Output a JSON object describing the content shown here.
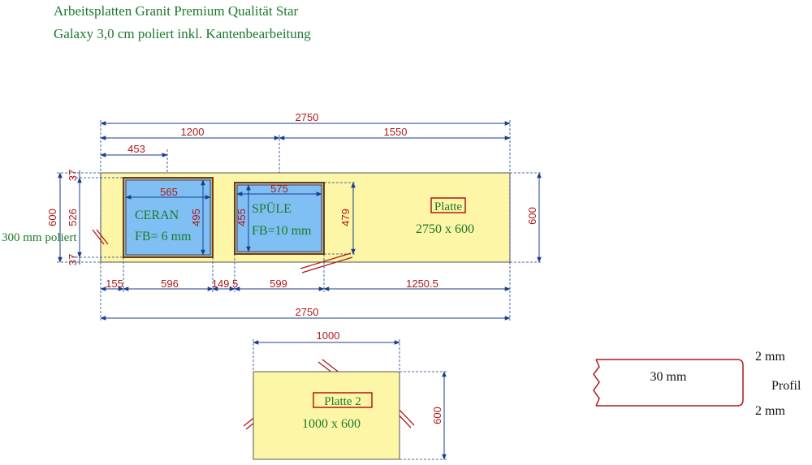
{
  "title": {
    "line1": "Arbeitsplatten Granit Premium Qualität Star",
    "line2": "Galaxy 3,0 cm poliert inkl. Kantenbearbeitung"
  },
  "colors": {
    "slab": "#fcf6a6",
    "cutout": "#7fbff3",
    "label_green": "#1b7a2a",
    "dimension_red": "#b01818",
    "dimension_blue": "#1a3d8f",
    "box_red": "#b01818"
  },
  "top_dimensions": {
    "overall": "2750",
    "left_segment": "1200",
    "right_segment": "1550",
    "ceran_offset": "453"
  },
  "left_dimensions": {
    "overall": "600",
    "inner": "526",
    "top_margin": "37",
    "bottom_margin": "37"
  },
  "ceran": {
    "name": "CERAN",
    "fb": "FB= 6 mm",
    "width": "565",
    "height": "495"
  },
  "spuele": {
    "name": "SPÜLE",
    "fb": "FB=10 mm",
    "width": "575",
    "height_inner": "455",
    "height_outer": "479"
  },
  "platte": {
    "name": "Platte",
    "size": "2750 x 600",
    "height_right": "600"
  },
  "edge_note": "300 mm poliert",
  "bottom_dimensions": {
    "seg1": "155",
    "seg2": "596",
    "seg3": "149.5",
    "seg4": "599",
    "seg5": "1250.5",
    "overall": "2750"
  },
  "platte2": {
    "name": "Platte 2",
    "size": "1000 x 600",
    "width": "1000",
    "height": "600"
  },
  "profile": {
    "thickness": "30 mm",
    "top_radius": "2 mm",
    "bottom_radius": "2 mm",
    "label": "Profil"
  }
}
